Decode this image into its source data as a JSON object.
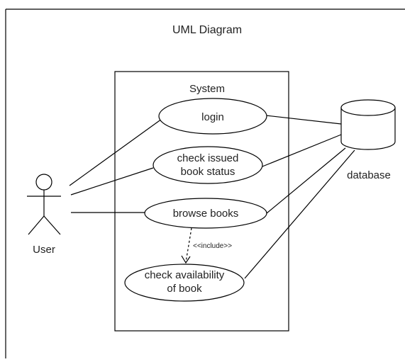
{
  "diagram": {
    "title": "UML Diagram",
    "system_label": "System",
    "actor": {
      "label": "User"
    },
    "database": {
      "label": "database"
    },
    "use_cases": [
      {
        "id": "login",
        "lines": [
          "login"
        ]
      },
      {
        "id": "check-issued",
        "lines": [
          "check issued",
          "book status"
        ]
      },
      {
        "id": "browse-books",
        "lines": [
          "browse books"
        ]
      },
      {
        "id": "check-availability",
        "lines": [
          "check availability",
          "of book"
        ]
      }
    ],
    "include_label": "<<include>>",
    "colors": {
      "line": "#000000",
      "text": "#222222",
      "background": "#ffffff"
    }
  }
}
